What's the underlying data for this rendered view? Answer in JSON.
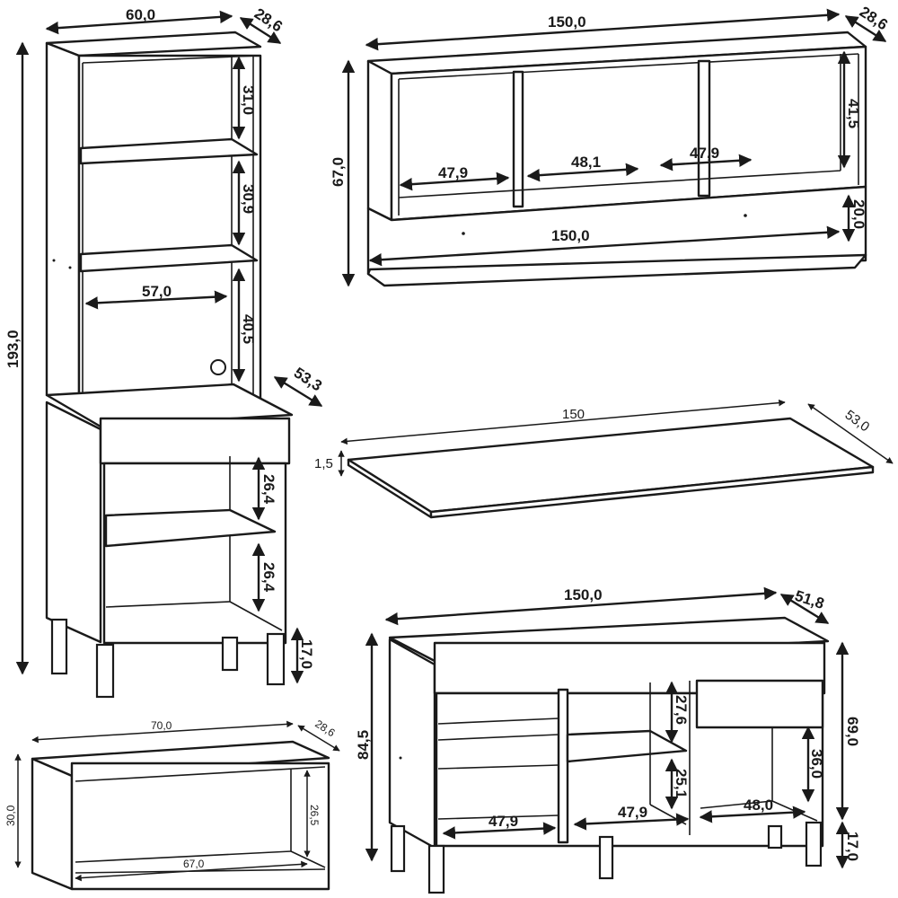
{
  "diagram": {
    "colors": {
      "line": "#1a1a1a",
      "background": "#ffffff"
    },
    "tall_cabinet": {
      "width": "60,0",
      "depth_top": "28,6",
      "height_total": "193,0",
      "shelf_1_height": "31,0",
      "shelf_2_height": "30,9",
      "niche_width": "57,0",
      "niche_height": "40,5",
      "depth_base": "53,3",
      "lower_shelf_1_height": "26,4",
      "lower_shelf_2_height": "26,4",
      "leg_height": "17,0"
    },
    "wall_cabinet_large": {
      "width": "150,0",
      "depth": "28,6",
      "height": "67,0",
      "niche_left_width": "47,9",
      "niche_middle_width": "48,1",
      "niche_right_width": "47,9",
      "niche_height": "41,5",
      "shelf_gap": "20,0",
      "shelf_width": "150,0"
    },
    "countertop": {
      "width": "150",
      "depth": "53,0",
      "thickness": "1,5"
    },
    "wall_cabinet_small": {
      "width": "70,0",
      "depth": "28,6",
      "height": "30,0",
      "inner_height": "26,5",
      "inner_width": "67,0"
    },
    "base_cabinet": {
      "width": "150,0",
      "depth": "51,8",
      "height_total": "84,5",
      "body_height": "69,0",
      "leg_height": "17,0",
      "upper_shelf_height": "27,6",
      "lower_shelf_height": "25,1",
      "right_niche_height": "36,0",
      "left_niche_width": "47,9",
      "middle_niche_width": "47,9",
      "right_niche_width": "48,0"
    }
  }
}
